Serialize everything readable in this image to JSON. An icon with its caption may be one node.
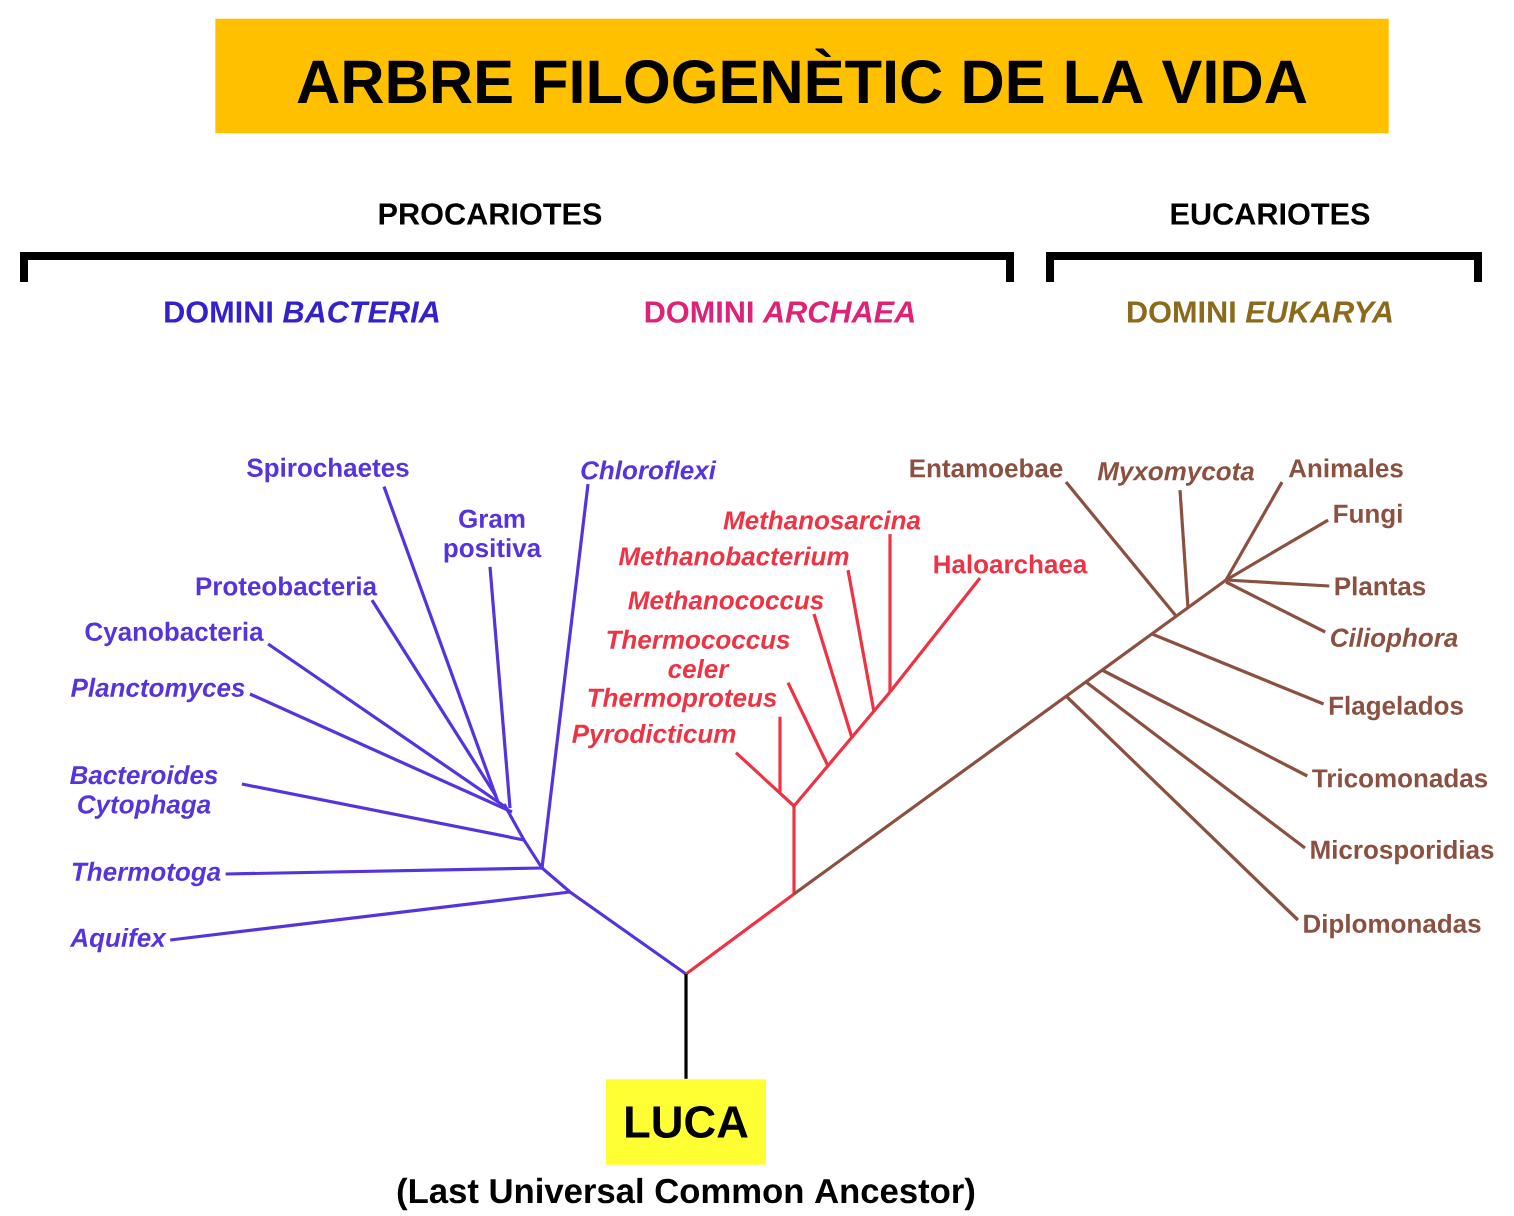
{
  "diagram": {
    "title": "ARBRE FILOGENÈTIC DE LA VIDA",
    "nodes": [
      {
        "text": [
          "Spirochaetes"
        ]
      },
      {
        "text": [
          "Gram positiva"
        ]
      },
      {
        "text": [
          "Proteobacteria"
        ]
      },
      {
        "text": [
          "Cyanobacteria"
        ]
      },
      {
        "text": [
          "Planctomyces"
        ]
      },
      {
        "text": [
          "Bacteroides Cytophaga"
        ]
      },
      {
        "text": [
          "Thermotoga"
        ]
      },
      {
        "text": [
          "Aquifex"
        ]
      },
      {
        "text": [
          "Chloroflexi"
        ]
      },
      {
        "text": [
          "Methanosarcina"
        ]
      },
      {
        "text": [
          "Methanobacterium"
        ]
      },
      {
        "text": [
          "Haloarchaea"
        ]
      },
      {
        "text": [
          "Methanococcus"
        ]
      },
      {
        "text": [
          "Thermococcus celer"
        ]
      },
      {
        "text": [
          "Thermoproteus"
        ]
      },
      {
        "text": [
          "Pyrodicticum"
        ]
      },
      {
        "text": [
          "Entamoebae"
        ]
      },
      {
        "text": [
          "Myxomycota"
        ]
      },
      {
        "text": [
          "Animales"
        ]
      },
      {
        "text": [
          "Fungi"
        ]
      },
      {
        "text": [
          "Plantas"
        ]
      },
      {
        "text": [
          "Ciliophora"
        ]
      },
      {
        "text": [
          "Flagelados"
        ]
      },
      {
        "text": [
          "Tricomonadas"
        ]
      },
      {
        "text": [
          "Microsporidias"
        ]
      },
      {
        "text": [
          "Diplomonadas"
        ]
      },
      {
        "text": [
          "LUCA"
        ],
        "beside": [
          "(Last Universal Common Ancestor)"
        ]
      }
    ],
    "edges": [
      {
        "from": null,
        "to": 0,
        "arrow": "none",
        "color": "#5533dd"
      },
      {
        "from": null,
        "to": 1,
        "arrow": "none",
        "color": "#5533dd"
      },
      {
        "from": null,
        "to": 2,
        "arrow": "none",
        "color": "#5533dd"
      },
      {
        "from": null,
        "to": 3,
        "arrow": "none",
        "color": "#5533dd"
      },
      {
        "from": null,
        "to": 4,
        "arrow": "none",
        "color": "#5533dd"
      },
      {
        "from": null,
        "to": 5,
        "arrow": "none",
        "color": "#5533dd"
      },
      {
        "from": null,
        "to": 6,
        "arrow": "none",
        "color": "#5533dd"
      },
      {
        "from": null,
        "to": 7,
        "arrow": "none",
        "color": "#5533dd"
      },
      {
        "from": null,
        "to": 8,
        "arrow": "none",
        "color": "#5533dd"
      },
      {
        "from": null,
        "to": 9,
        "arrow": "none",
        "color": "#ee3344"
      },
      {
        "from": null,
        "to": 10,
        "arrow": "none",
        "color": "#ee3344"
      },
      {
        "from": null,
        "to": 11,
        "arrow": "none",
        "color": "#ee3344"
      },
      {
        "from": null,
        "to": 12,
        "arrow": "none",
        "color": "#ee3344"
      },
      {
        "from": null,
        "to": 13,
        "arrow": "none",
        "color": "#ee3344"
      },
      {
        "from": null,
        "to": 14,
        "arrow": "none",
        "color": "#ee3344"
      },
      {
        "from": null,
        "to": 15,
        "arrow": "none",
        "color": "#ee3344"
      },
      {
        "from": null,
        "to": 16,
        "arrow": "none",
        "color": "#8b5040"
      },
      {
        "from": null,
        "to": 17,
        "arrow": "none",
        "color": "#8b5040"
      },
      {
        "from": null,
        "to": 18,
        "arrow": "none",
        "color": "#8b5040"
      },
      {
        "from": null,
        "to": 19,
        "arrow": "none",
        "color": "#8b5040"
      },
      {
        "from": null,
        "to": 20,
        "arrow": "none",
        "color": "#8b5040"
      },
      {
        "from": null,
        "to": 21,
        "arrow": "none",
        "color": "#8b5040"
      },
      {
        "from": null,
        "to": 22,
        "arrow": "none",
        "color": "#8b5040"
      },
      {
        "from": null,
        "to": 23,
        "arrow": "none",
        "color": "#8b5040"
      },
      {
        "from": null,
        "to": 24,
        "arrow": "none",
        "color": "#8b5040"
      },
      {
        "from": null,
        "to": 25,
        "arrow": "none",
        "color": "#8b5040"
      },
      {
        "from": 26,
        "to": null,
        "arrow": "none",
        "color": "#000000"
      }
    ],
    "labels": [
      "PROCARIOTES",
      "EUCARIOTES",
      "DOMINI *BACTERIA*",
      "DOMINI *ARCHAEA*",
      "DOMINI *EUKARYA*"
    ]
  }
}
